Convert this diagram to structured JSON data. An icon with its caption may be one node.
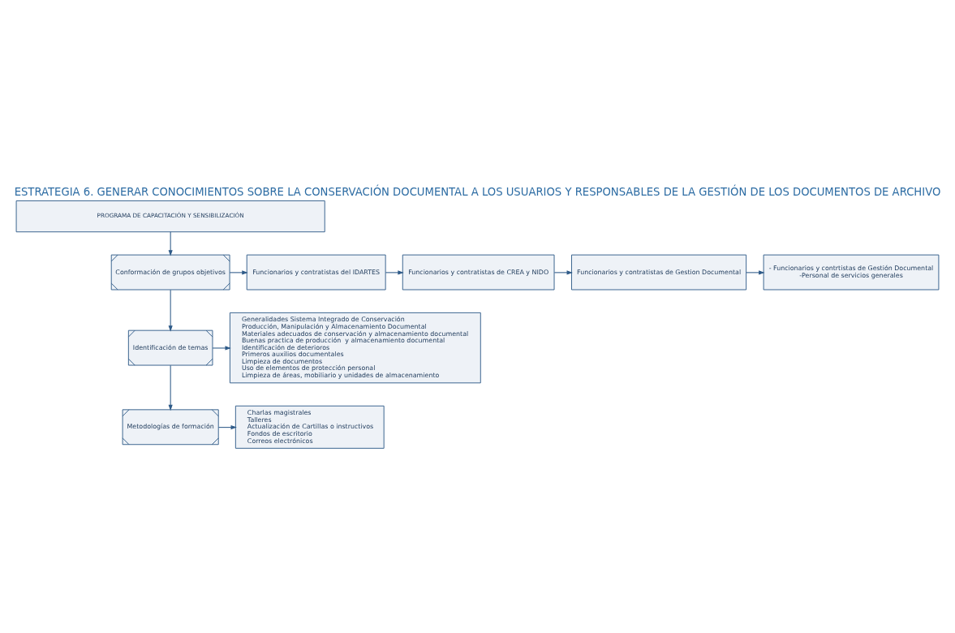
{
  "diagram": {
    "title": "ESTRATEGIA 6. GENERAR CONOCIMIENTOS SOBRE LA CONSERVACIÓN DOCUMENTAL A LOS USUARIOS Y RESPONSABLES DE LA GESTIÓN DE LOS DOCUMENTOS DE ARCHIVO",
    "nodes": [
      {
        "text": [
          "PROGRAMA DE CAPACITACIÓN Y SENSIBILIZACIÓN"
        ]
      },
      {
        "text": [
          "Conformación de grupos objetivos"
        ]
      },
      {
        "text": [
          "Funcionarios y contratistas del IDARTES"
        ]
      },
      {
        "text": [
          "Funcionarios y contratistas de CREA y NIDO"
        ]
      },
      {
        "text": [
          "Funcionarios y contratistas de Gestion Documental"
        ]
      },
      {
        "text": [
          "- Funcionarios y contrtistas de Gestión Documental",
          "-Personal de servicios generales"
        ]
      },
      {
        "text": [
          "Identificación de temas"
        ]
      },
      {
        "text": [
          "Generalidades Sistema Integrado de Conservación",
          "Producción, Manipulación y Almacenamiento Documental",
          "Materiales adecuados de conservación y almacenamiento documental",
          "Buenas practica de producción  y almacenamiento documental",
          "Identificación de deterioros",
          "Primeros auxilios documentales",
          "Limpieza de documentos",
          "Uso de elementos de protección personal",
          "Limpieza de áreas, mobiliario y unidades de almacenamiento"
        ]
      },
      {
        "text": [
          "Metodologías de formación"
        ]
      },
      {
        "text": [
          "Charlas magistrales",
          "Talleres",
          "Actualización de Cartillas o instructivos",
          "Fondos de escritorio",
          "Correos electrónicos"
        ]
      }
    ],
    "edges": [
      {
        "from": 0,
        "to": 1,
        "arrow": "to"
      },
      {
        "from": 1,
        "to": 2,
        "arrow": "to"
      },
      {
        "from": 2,
        "to": 3,
        "arrow": "to"
      },
      {
        "from": 3,
        "to": 4,
        "arrow": "to"
      },
      {
        "from": 4,
        "to": 5,
        "arrow": "to"
      },
      {
        "from": 1,
        "to": 6,
        "arrow": "to"
      },
      {
        "from": 6,
        "to": 7,
        "arrow": "to"
      },
      {
        "from": 6,
        "to": 8,
        "arrow": "to"
      },
      {
        "from": 8,
        "to": 9,
        "arrow": "to"
      }
    ]
  }
}
